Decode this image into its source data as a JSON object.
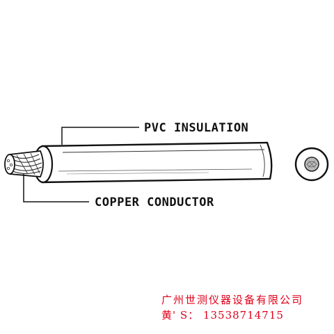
{
  "labels": {
    "insulation": "PVC INSULATION",
    "conductor": "COPPER CONDUCTOR"
  },
  "watermark": {
    "company": "广州世测仪器设备有限公司",
    "contact": "黄' S： 13538714715"
  },
  "colors": {
    "line": "#111111",
    "watermark": "#e0001a",
    "background": "#ffffff"
  }
}
